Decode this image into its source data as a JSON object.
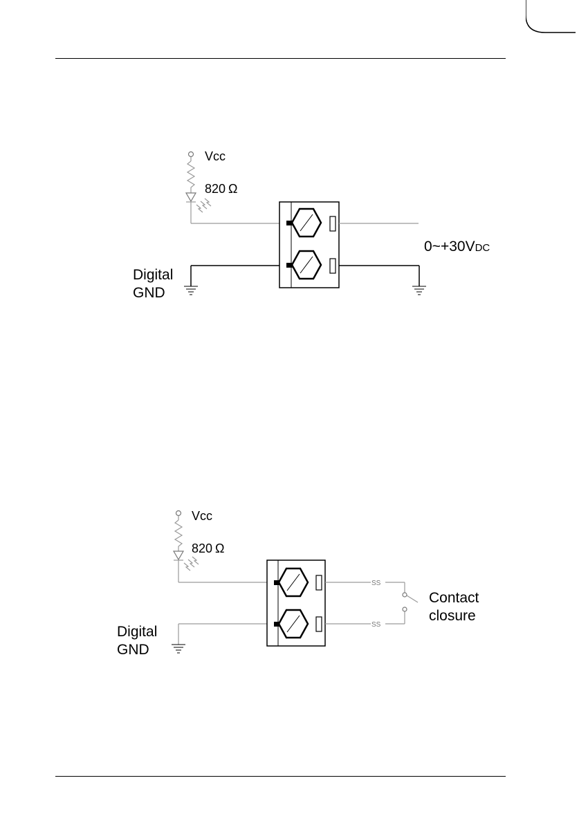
{
  "diagram1": {
    "supply_label": "Vcc",
    "resistor_label": "820",
    "ohm_symbol": "Ω",
    "ground_label_line1": "Digital",
    "ground_label_line2": "GND",
    "voltage_main": "0~+30V",
    "voltage_sub": "DC"
  },
  "diagram2": {
    "supply_label": "Vcc",
    "resistor_label": "820",
    "ohm_symbol": "Ω",
    "ground_label_line1": "Digital",
    "ground_label_line2": "GND",
    "switch_label_line1": "Contact",
    "switch_label_line2": "closure",
    "break_mark": "SS"
  }
}
